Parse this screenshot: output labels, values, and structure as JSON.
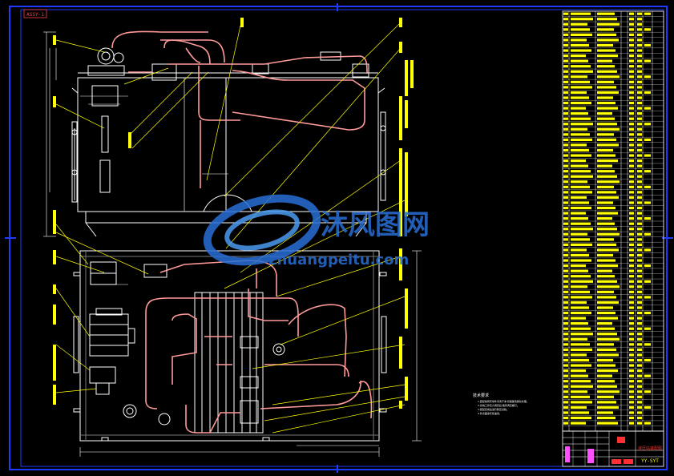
{
  "drawing": {
    "corner_tag": "ASSY-1",
    "title_block_code": "YY-SYT",
    "title_block_name": "液压站装配图"
  },
  "watermark": {
    "cn_text": "沐风图网",
    "url_text": "zhuangpeitu.com"
  },
  "notes": {
    "heading": "技术要求",
    "lines": [
      "1.装配前所有零件清洗干净,管路酸洗磷化处理。",
      "2.系统工作压力调定后,锁紧调压螺钉。",
      "3.装配完成后进行耐压试验。",
      "4.外表面涂灰色油漆。"
    ]
  },
  "colors": {
    "frame": "#1f3bff",
    "geometry": "#ffffff",
    "leaders": "#ffff00",
    "pipes": "#ff9a9a",
    "watermark": "#2a6fd6"
  }
}
